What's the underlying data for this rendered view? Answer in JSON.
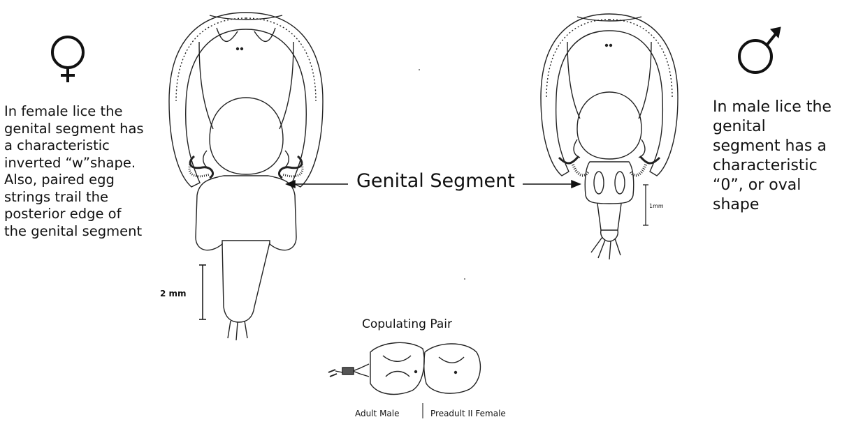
{
  "female": {
    "symbol": "female-symbol-icon",
    "lines": [
      "In female lice the",
      "genital segment has",
      "a characteristic",
      "inverted “w”shape.",
      "Also, paired egg",
      "strings trail the",
      "posterior edge of",
      "the genital segment"
    ],
    "scale_label": "2 mm"
  },
  "male": {
    "symbol": "male-symbol-icon",
    "lines": [
      "In male lice the",
      "genital",
      "segment has a",
      "characteristic",
      "“0”, or oval",
      "shape"
    ],
    "scale_label": "1mm"
  },
  "genital_label": "Genital Segment",
  "copulating": {
    "title": "Copulating Pair",
    "male_label": "Adult Male",
    "female_label": "Preadult II Female"
  }
}
